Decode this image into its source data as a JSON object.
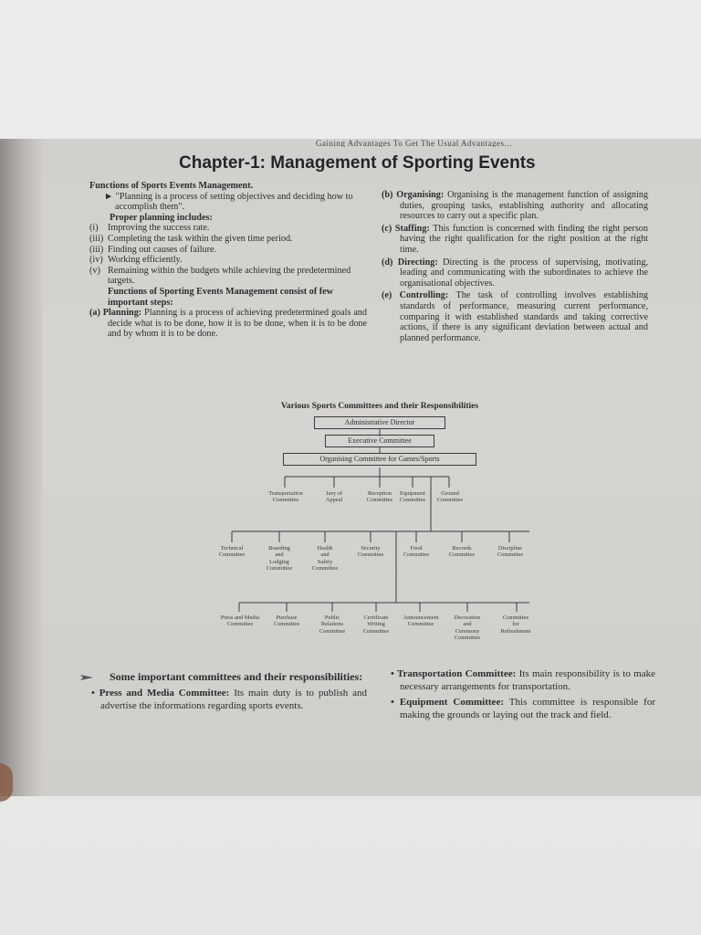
{
  "page": {
    "running_head": "Gaining Advantages To Get The Usual Advantages...",
    "title": "Chapter-1: Management of Sporting Events"
  },
  "left_column": {
    "heading": "Functions of Sports Events Management.",
    "quote": "\"Planning is a process of setting objectives and deciding how to accomplish them\".",
    "subheading": "Proper planning includes:",
    "list": [
      {
        "marker": "(i)",
        "text": "Improving the success rate."
      },
      {
        "marker": "(iii)",
        "text": "Completing the task within the given time period."
      },
      {
        "marker": "(iii)",
        "text": "Finding out causes of failure."
      },
      {
        "marker": "(iv)",
        "text": "Working efficiently."
      },
      {
        "marker": "(v)",
        "text": "Remaining within the budgets while achieving the predetermined targets."
      }
    ],
    "functions_heading": "Functions of Sporting Events Management consist of few important steps:",
    "planning_label": "(a) Planning:",
    "planning_text": "Planning is a process of achieving predetermined goals and decide what is to be done, how it is to be done, when it is to be done and by whom it is to be done."
  },
  "right_column": {
    "items": [
      {
        "label": "(b) Organising:",
        "text": "Organising is the management function of assigning duties, grouping tasks, establishing authority and allocating resources to carry out a specific plan."
      },
      {
        "label": "(c) Staffing:",
        "text": "This function is concerned with finding the right person having the right qualification for the right position at the right time."
      },
      {
        "label": "(d) Directing:",
        "text": "Directing is the process of supervising, motivating, leading and communicating with the subordinates to achieve the organisational objectives."
      },
      {
        "label": "(e) Controlling:",
        "text": "The task of controlling involves establishing standards of performance, measuring current performance, comparing it with established standards and taking corrective actions, if there is any significant deviation between actual and planned performance."
      }
    ]
  },
  "diagram": {
    "title": "Various Sports Committees and their Responsibilities",
    "top": [
      "Administrative Director",
      "Executive Committee",
      "Organising Committee for Games/Sports"
    ],
    "row1": [
      "Transportation\nCommittee",
      "Jury of\nAppeal",
      "Reception\nCommittee",
      "Equipment\nCommittee",
      "Ground\nCommittee"
    ],
    "row2": [
      "Technical\nCommittee",
      "Boarding\nand\nLodging\nCommittee",
      "Health\nand\nSafety\nCommittee",
      "Security\nCommittee",
      "Food\nCommittee",
      "Records\nCommittee",
      "Discipline\nCommittee"
    ],
    "row3": [
      "Press and Media\nCommittee",
      "Purchase\nCommittee",
      "Public\nRelations\nCommittee",
      "Certificate\nWriting\nCommittee",
      "Announcement\nCommittee",
      "Decoration\nand\nCeremony\nCommittee",
      "Committee\nfor\nRefreshment"
    ]
  },
  "bottom_left": {
    "heading": "Some important committees and their responsibilities:",
    "bullets": [
      {
        "label": "Press and Media Committee:",
        "text": "Its main duty is to publish and advertise the informations regarding sports events."
      }
    ]
  },
  "bottom_right": {
    "bullets": [
      {
        "label": "Transportation Committee:",
        "text": "Its main responsibility is to make necessary arrangements for transportation."
      },
      {
        "label": "Equipment Committee:",
        "text": "This committee is responsible for making the grounds or laying out the track and field."
      }
    ]
  }
}
